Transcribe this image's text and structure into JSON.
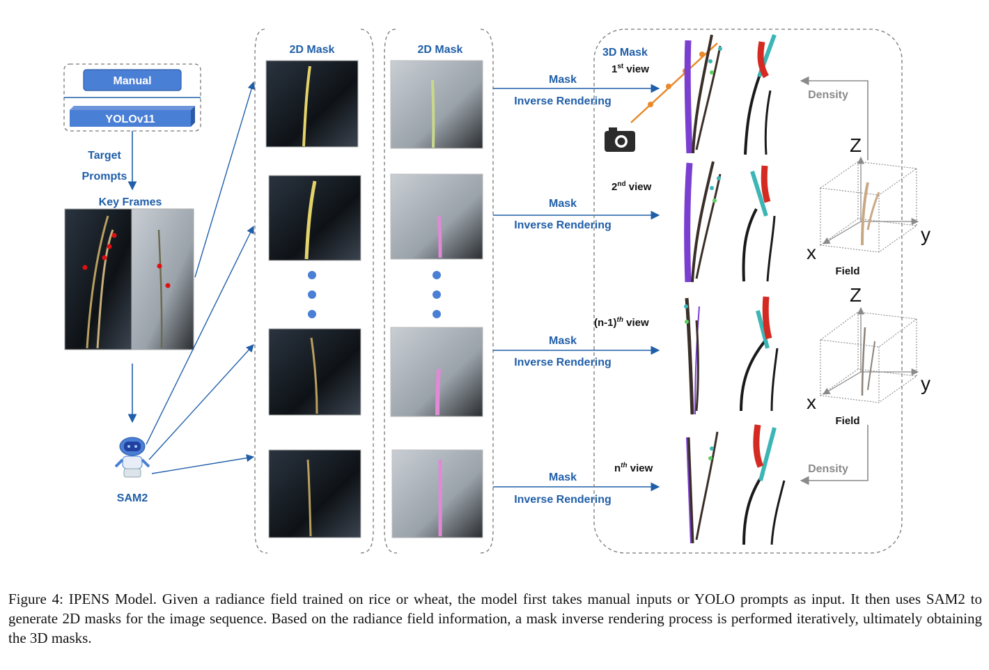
{
  "inputs": {
    "manual_label": "Manual",
    "yolo_label": "YOLOv11"
  },
  "prompts": {
    "line1": "Target",
    "line2": "Prompts"
  },
  "key_frames": {
    "title": "Key Frames"
  },
  "sam": {
    "label": "SAM2"
  },
  "columns": {
    "mask_col1_title": "2D Mask",
    "mask_col2_title": "2D Mask"
  },
  "pipeline": {
    "mask_label": "Mask",
    "inverse_label": "Inverse Rendering"
  },
  "right_panel": {
    "title": "3D Mask",
    "views": [
      {
        "prefix": "1",
        "sup": "st",
        "suffix": " view"
      },
      {
        "prefix": "2",
        "sup": "nd",
        "suffix": " view"
      },
      {
        "prefix": "(n-1)",
        "sup": "th",
        "suffix": " view"
      },
      {
        "prefix": "n",
        "sup": "th",
        "suffix": " view"
      }
    ],
    "density_label": "Density",
    "field_label": "Field",
    "axis_z": "Z",
    "axis_x": "x",
    "axis_y": "y"
  },
  "caption": "Figure 4: IPENS Model. Given a radiance field trained on rice or wheat, the model first takes manual inputs or YOLO prompts as input. It then uses SAM2 to generate 2D masks for the image sequence. Based on the radiance field information, a mask inverse rendering process is performed iteratively, ultimately obtaining the 3D masks.",
  "colors": {
    "accent": "#1f5ea8",
    "camera_path": "#e8892b",
    "mask_purple": "#7a3fd0",
    "mask_red": "#d42a22",
    "mask_cyan": "#3bb5b5"
  }
}
